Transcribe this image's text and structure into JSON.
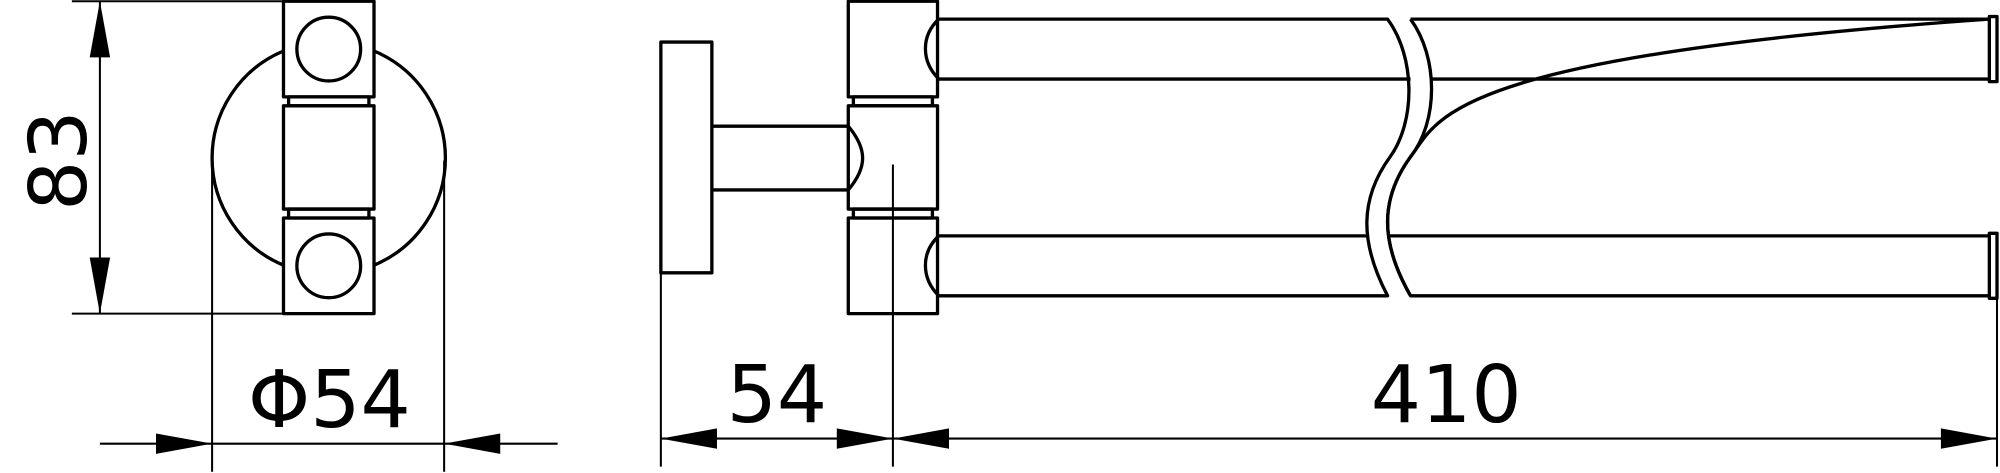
{
  "dimensions": {
    "height": "83",
    "diameter": "Φ54",
    "projection": "54",
    "length": "410"
  }
}
